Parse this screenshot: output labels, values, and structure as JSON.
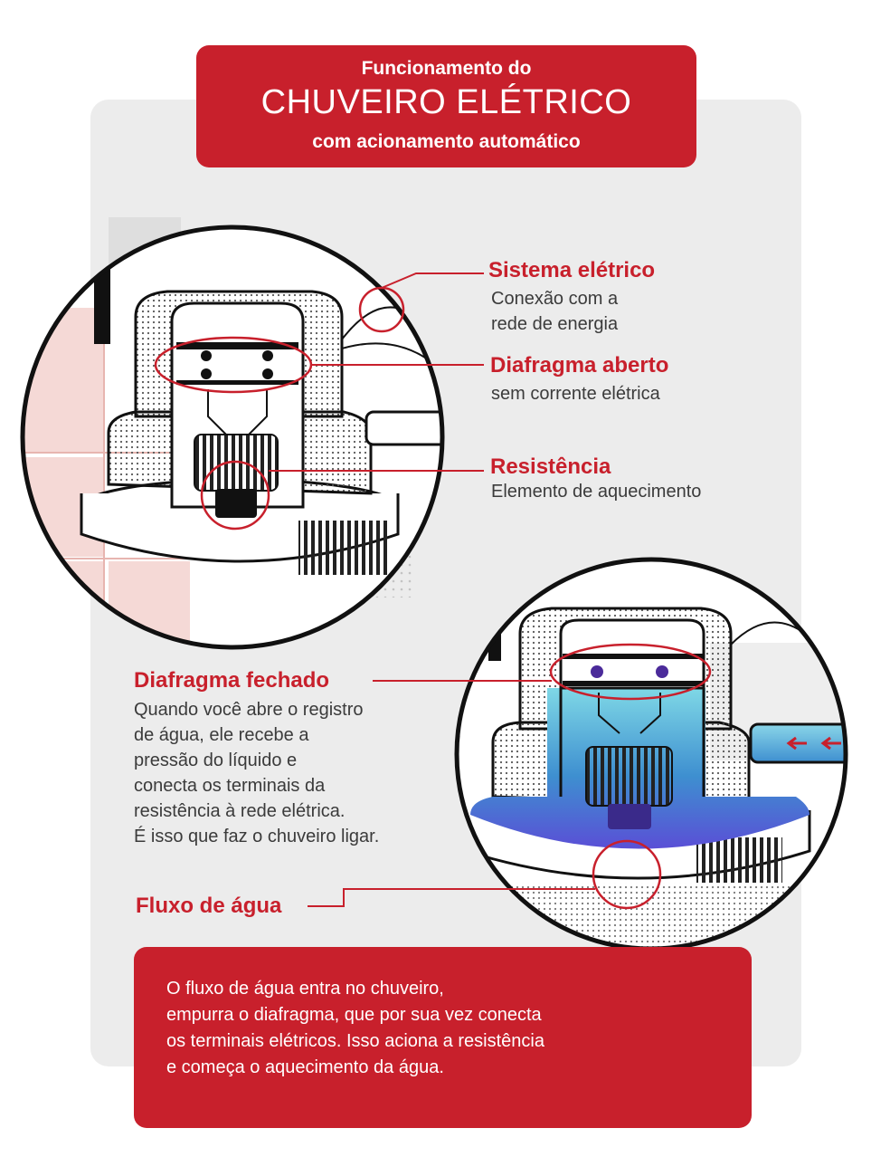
{
  "header": {
    "line1": "Funcionamento do",
    "line2": "CHUVEIRO ELÉTRICO",
    "line3": "com acionamento automático"
  },
  "callouts": {
    "sistema": {
      "title": "Sistema elétrico",
      "desc": [
        "Conexão com a",
        "rede de energia"
      ]
    },
    "diafragma_aberto": {
      "title": "Diafragma aberto",
      "desc": [
        "sem corrente elétrica"
      ]
    },
    "resistencia": {
      "title": "Resistência",
      "desc": [
        "Elemento de aquecimento"
      ]
    },
    "diafragma_fechado": {
      "title": "Diafragma fechado",
      "desc": [
        "Quando você abre o registro",
        "de água, ele recebe a",
        "pressão do líquido e",
        "conecta os terminais da",
        "resistência à rede elétrica.",
        "É isso que faz o chuveiro ligar."
      ]
    },
    "fluxo": {
      "title": "Fluxo de água"
    }
  },
  "footer": {
    "lines": [
      "O fluxo de água entra no chuveiro,",
      "empurra o diafragma, que por sua vez conecta",
      "os terminais elétricos. Isso aciona a resistência",
      "e começa o aquecimento da água."
    ]
  },
  "colors": {
    "accent": "#c8202c",
    "panel": "#ececec",
    "water": "#4a7fd6",
    "tile": "#f5d9d6"
  }
}
